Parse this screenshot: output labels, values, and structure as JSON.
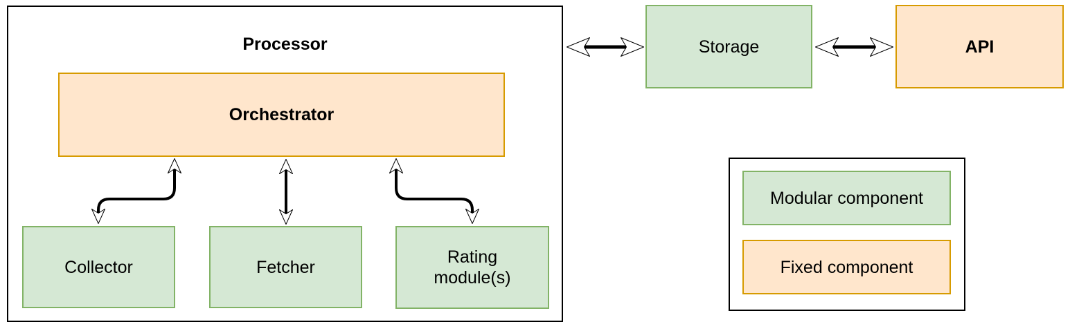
{
  "diagram": {
    "processor": {
      "title": "Processor",
      "orchestrator_label": "Orchestrator",
      "collector_label": "Collector",
      "fetcher_label": "Fetcher",
      "rating_label": "Rating module(s)"
    },
    "storage_label": "Storage",
    "api_label": "API",
    "legend": {
      "modular_label": "Modular component",
      "fixed_label": "Fixed component"
    },
    "connections": [
      "orchestrator-collector-bidirectional",
      "orchestrator-fetcher-bidirectional",
      "orchestrator-rating-bidirectional",
      "processor-storage-bidirectional",
      "storage-api-bidirectional"
    ]
  },
  "colors": {
    "green_fill": "#d5e8d4",
    "green_stroke": "#82b366",
    "orange_fill": "#ffe6cc",
    "orange_stroke": "#d79b00",
    "outline_black": "#000000",
    "background": "#ffffff",
    "text": "#000000"
  }
}
